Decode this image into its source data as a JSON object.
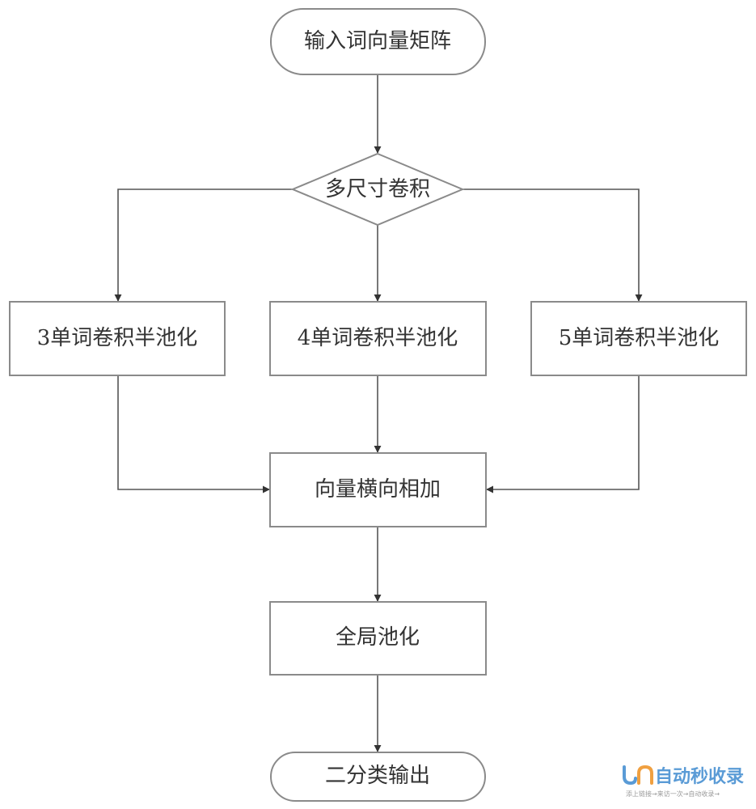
{
  "nodes": {
    "input": "输入词向量矩阵",
    "multi_conv": "多尺寸卷积",
    "conv3": "3单词卷积半池化",
    "conv4": "4单词卷积半池化",
    "conv5": "5单词卷积半池化",
    "vector_add": "向量横向相加",
    "global_pool": "全局池化",
    "output": "二分类输出"
  },
  "watermark": {
    "title": "自动秒收录",
    "subtitle": "添上链接→来访一次→自动收录→"
  },
  "colors": {
    "shape_stroke": "#8a8a8a",
    "edge": "#555555",
    "text": "#333333",
    "watermark": "#5a9bd6"
  }
}
